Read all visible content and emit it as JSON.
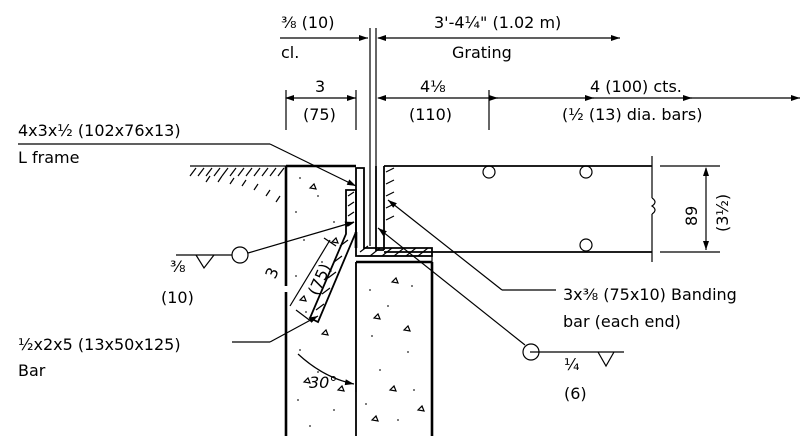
{
  "drawing": {
    "dim_top_left": "⅜ (10)",
    "dim_top_left_sub": "cl.",
    "dim_top_right": "3'-4¼\" (1.02 m)",
    "dim_top_right_sub": "Grating",
    "dim_3": "3",
    "dim_75": "(75)",
    "dim_4_1_8": "4⅛",
    "dim_110": "(110)",
    "dim_spacing": "4 (100) cts.",
    "dim_bars": "(½ (13) dia. bars)",
    "angle_label": "4x3x½ (102x76x13)",
    "angle_label_2": "L frame",
    "weld_left_1": "⅜",
    "weld_left_2": "(10)",
    "slope_3": "3",
    "slope_75": "(75)",
    "depth_89": "89",
    "depth_3_1_2": "(3½)",
    "banding_1": "3x⅜ (75x10) Banding",
    "banding_2": "bar (each end)",
    "bar_label_1": "½x2x5 (13x50x125)",
    "bar_label_2": "Bar",
    "angle_30": "30°",
    "weld_right_1": "¼",
    "weld_right_2": "(6)"
  }
}
